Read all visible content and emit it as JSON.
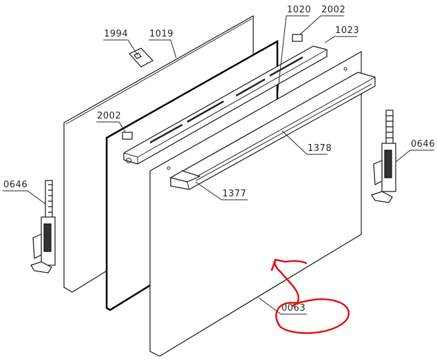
{
  "diagram": {
    "title": "Oven door exploded view",
    "colors": {
      "line": "#222222",
      "annotation": "#e01010"
    },
    "labels": {
      "clip": "1994",
      "back_glass": "1019",
      "middle_glass": "1020",
      "spacer_top": "2002",
      "top_profile": "1023",
      "spacer_left": "2002",
      "handle": "1378",
      "handle_end": "1377",
      "hinge_left": "0646",
      "hinge_right": "0646",
      "front_glass": "0063"
    }
  }
}
